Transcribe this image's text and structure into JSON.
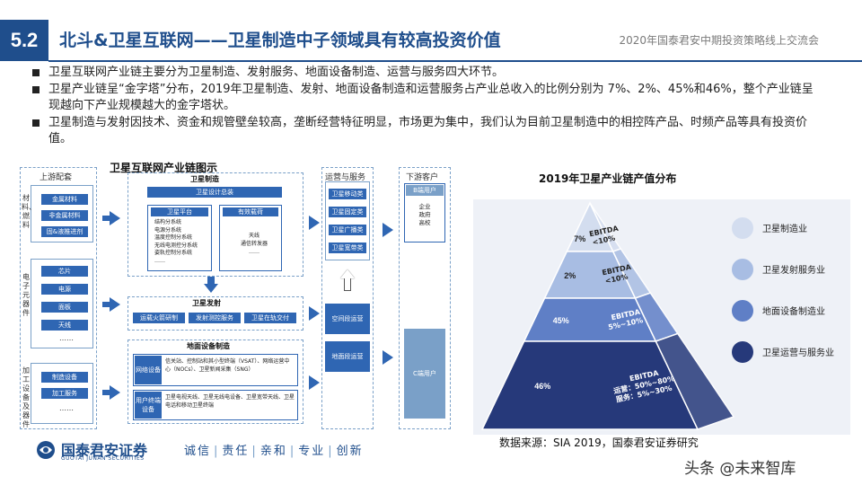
{
  "header": {
    "section_number": "5.2",
    "title": "北斗&卫星互联网——卫星制造中子领域具有较高投资价值",
    "conference": "2020年国泰君安中期投资策略线上交流会"
  },
  "bullets": [
    "卫星互联网产业链主要分为卫星制造、发射服务、地面设备制造、运营与服务四大环节。",
    "卫星产业链呈“金字塔”分布，2019年卫星制造、发射、地面设备制造和运营服务占产业总收入的比例分别为 7%、2%、45%和46%，整个产业链呈现越向下产业规模越大的金字塔状。",
    "卫星制造与发射因技术、资金和规管壁垒较高，垄断经营特征明显，市场更为集中，我们认为目前卫星制造中的相控阵产品、时频产品等具有投资价值。"
  ],
  "chain": {
    "title": "卫星互联网产业链图示",
    "upstream": {
      "title": "上游配套",
      "materials_label": "材料、燃料",
      "materials": [
        "金属材料",
        "非金属材料",
        "固&液推进剂"
      ],
      "electronics_label": "电子元器件",
      "electronics": [
        "芯片",
        "电源",
        "面板",
        "天线"
      ],
      "processing_label": "加工设备及器件",
      "processing": [
        "制造设备",
        "加工服务"
      ],
      "dots": "……"
    },
    "satellite_mfg": {
      "title": "卫星制造",
      "overall": "卫星设计总装",
      "platform_label": "卫星平台",
      "platform_text": "结构分系统\n电源分系统\n温度控制分系统\n无线电测控分系统\n姿轨控制分系统\n……",
      "payload_label": "有效载荷",
      "payload_text": "天线\n通信转发器\n……"
    },
    "launch": {
      "title": "卫星发射",
      "items": [
        "运载火箭研制",
        "发射测控服务",
        "卫星在轨交付"
      ]
    },
    "ground": {
      "title": "地面设备制造",
      "network_label": "网络设备",
      "network_text": "信关站、控制站和其小型终端（VSAT）、网络运营中心（NOCs）、卫星新闻采集（SNG）",
      "user_label": "用户终端设备",
      "user_text": "卫星电视天线、卫星无线电设备、卫星宽带天线、卫星电话和移动卫星终端"
    },
    "operations": {
      "title": "运营与服务",
      "items": [
        "卫星移动类",
        "卫星固定类",
        "卫星广播类",
        "卫星宽带类"
      ],
      "space_ops": "空间段运营",
      "ground_ops": "地面段运营"
    },
    "downstream": {
      "title": "下游客户",
      "b_label": "B端用户",
      "b_text": "企业\n政府\n高校",
      "c_label": "C端用户"
    }
  },
  "logo": {
    "cn": "国泰君安证券",
    "en": "GUOTAI JUNAN SECURITIES"
  },
  "slogan": [
    "诚信",
    "责任",
    "亲和",
    "专业",
    "创新"
  ],
  "pyramid": {
    "title": "2019年卫星产业链产值分布",
    "layers": [
      {
        "name": "卫星制造业",
        "share": "7%",
        "margin": "EBITDA\n<10%",
        "color": "#d3ddef"
      },
      {
        "name": "卫星发射服务业",
        "share": "2%",
        "margin": "EBITDA\n<10%",
        "color": "#a8bde3"
      },
      {
        "name": "地面设备制造业",
        "share": "45%",
        "margin": "EBITDA\n5%~10%",
        "color": "#5f7fc6"
      },
      {
        "name": "卫星运营与服务业",
        "share": "46%",
        "margin": "EBITDA\n运营：50%~80%\n服务：5%~30%",
        "color": "#26397a"
      }
    ]
  },
  "source": "数据来源：SIA 2019，国泰君安证券研究",
  "watermark": "头条 @未来智库"
}
